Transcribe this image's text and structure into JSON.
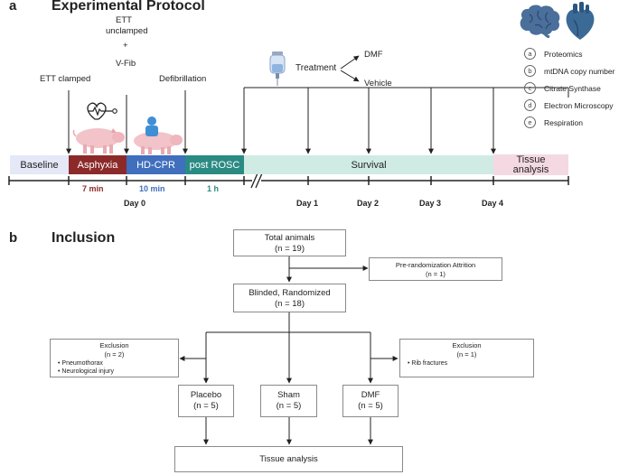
{
  "panel_a": {
    "letter": "a",
    "title": "Experimental Protocol",
    "events": {
      "ett_clamped": "ETT clamped",
      "ett_unclamped_line1": "ETT",
      "ett_unclamped_line2": "unclamped",
      "plus": "+",
      "vfib": "V-Fib",
      "defibrillation": "Defibrillation"
    },
    "treatment": {
      "label": "Treatment",
      "dmf": "DMF",
      "vehicle": "Vehicle"
    },
    "phases": {
      "baseline": "Baseline",
      "asphyxia": "Asphyxia",
      "hdcpr": "HD-CPR",
      "post_rosc": "post ROSC",
      "survival": "Survival",
      "tissue_line1": "Tissue",
      "tissue_line2": "analysis"
    },
    "durations": {
      "asphyxia": "7 min",
      "hdcpr": "10 min",
      "post_rosc": "1 h"
    },
    "days": [
      "Day 0",
      "Day 1",
      "Day 2",
      "Day 3",
      "Day 4"
    ],
    "analyses": [
      {
        "letter": "a",
        "label": "Proteomics"
      },
      {
        "letter": "b",
        "label": "mtDNA copy number"
      },
      {
        "letter": "c",
        "label": "Citrate Synthase"
      },
      {
        "letter": "d",
        "label": "Electron Microscopy"
      },
      {
        "letter": "e",
        "label": "Respiration"
      }
    ],
    "colors": {
      "baseline": "#e4e8f7",
      "asphyxia": "#8c2a2a",
      "hdcpr": "#3f6fbd",
      "post_rosc": "#2a8b83",
      "survival": "#cfebe4",
      "tissue": "#f4d9e3",
      "duration_asphyxia": "#8c2a2a",
      "duration_hdcpr": "#3f6fbd",
      "duration_post_rosc": "#2a8b83",
      "brain": "#4a6f9a",
      "heart": "#3c6a96"
    },
    "icons": [
      "brain-icon",
      "heart-icon",
      "iv-bag-icon",
      "heartbeat-icon",
      "pig-icon",
      "cpr-pig-icon"
    ]
  },
  "panel_b": {
    "letter": "b",
    "title": "Inclusion",
    "total": {
      "line1": "Total animals",
      "line2": "(n = 19)"
    },
    "attrition": {
      "line1": "Pre-randomization Attrition",
      "line2": "(n = 1)"
    },
    "randomized": {
      "line1": "Blinded, Randomized",
      "line2": "(n = 18)"
    },
    "exclusion_left": {
      "title": "Exclusion",
      "count": "(n = 2)",
      "items": [
        "Pneumothorax",
        "Neurological injury"
      ]
    },
    "exclusion_right": {
      "title": "Exclusion",
      "count": "(n = 1)",
      "items": [
        "Rib fractures"
      ]
    },
    "groups": [
      {
        "name": "Placebo",
        "count": "(n = 5)"
      },
      {
        "name": "Sham",
        "count": "(n = 5)"
      },
      {
        "name": "DMF",
        "count": "(n = 5)"
      }
    ],
    "tissue_analysis": "Tissue analysis"
  }
}
